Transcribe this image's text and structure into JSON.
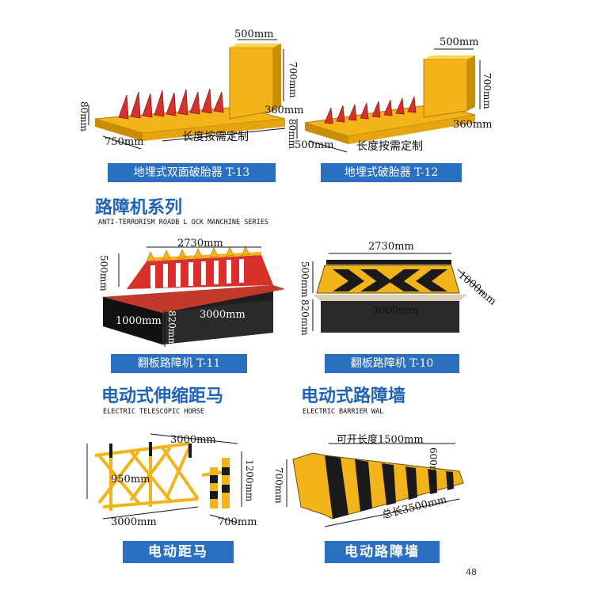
{
  "products": {
    "t13": {
      "caption": "地埋式双面破胎器 T-13",
      "dims": {
        "top": "500mm",
        "height": "700mm",
        "depth": "360mm",
        "left": "80mm",
        "width": "750mm",
        "length": "长度按需定制"
      }
    },
    "t12": {
      "caption": "地埋式破胎器 T-12",
      "dims": {
        "top": "500mm",
        "height": "700mm",
        "left": "80mm",
        "depth": "360mm",
        "width": "500mm",
        "length": "长度按需定制"
      }
    },
    "t11": {
      "caption": "翻板路障机 T-11",
      "dims": {
        "top": "2730mm",
        "height": "500mm",
        "depth": "1000mm",
        "base": "820mm",
        "length": "3000mm"
      }
    },
    "t10": {
      "caption": "翻板路障机 T-10",
      "dims": {
        "top": "2730mm",
        "height": "500mm",
        "depth": "1000mm",
        "base": "820mm",
        "length": "3000mm"
      }
    },
    "horse": {
      "caption": "电动距马",
      "dims": {
        "top": "3000mm",
        "height": "1200mm",
        "inner": "950mm",
        "length": "3000mm",
        "depth": "700mm"
      }
    },
    "wall": {
      "caption": "电动路障墙",
      "dims": {
        "open": "可开长度1500mm",
        "height": "700mm",
        "section": "600mm",
        "total": "总长3500mm"
      }
    }
  },
  "sections": {
    "series": {
      "title": "路障机系列",
      "subtitle": "ANTI-TERRORISM ROADB L OCK MANCHINE SERIES"
    },
    "horse": {
      "title": "电动式伸缩距马",
      "subtitle": "ELECTRIC TELESCOPIC HORSE"
    },
    "wall": {
      "title": "电动式路障墙",
      "subtitle": "ELECTRIC BARRIER WAL"
    }
  },
  "page_number": "48",
  "colors": {
    "accent_blue": "#2b6fc0",
    "title_blue": "#1f63b8",
    "yellow": "#f2b418",
    "spike_red": "#d8302a",
    "black": "#222222"
  }
}
